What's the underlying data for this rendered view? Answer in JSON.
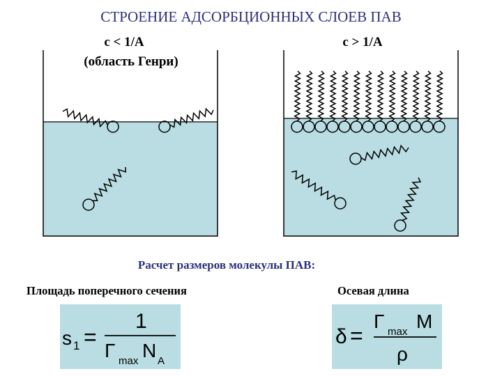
{
  "title": "СТРОЕНИЕ АДСОРБЦИОННЫХ СЛОЕВ ПАВ",
  "left_beaker": {
    "label_line1": "c < 1/A",
    "label_line2": "(область Генри)"
  },
  "right_beaker": {
    "label": "c > 1/A"
  },
  "calc_title": "Расчет размеров молекулы ПАВ:",
  "cross_section": {
    "label": "Площадь поперечного сечения",
    "lhs": "s",
    "lhs_sub": "1",
    "eq": "=",
    "numerator": "1",
    "den_gamma": "Γ",
    "den_gamma_sub": "max",
    "den_N": "N",
    "den_N_sub": "A"
  },
  "axial_length": {
    "label": "Осевая длина",
    "lhs": "δ",
    "eq": "=",
    "num_gamma": "Γ",
    "num_gamma_sub": "max",
    "num_M": "M",
    "denominator": "ρ"
  },
  "colors": {
    "water": "#b9dde2",
    "title": "#2a2f7c",
    "formula_bg": "#b9dde2"
  }
}
